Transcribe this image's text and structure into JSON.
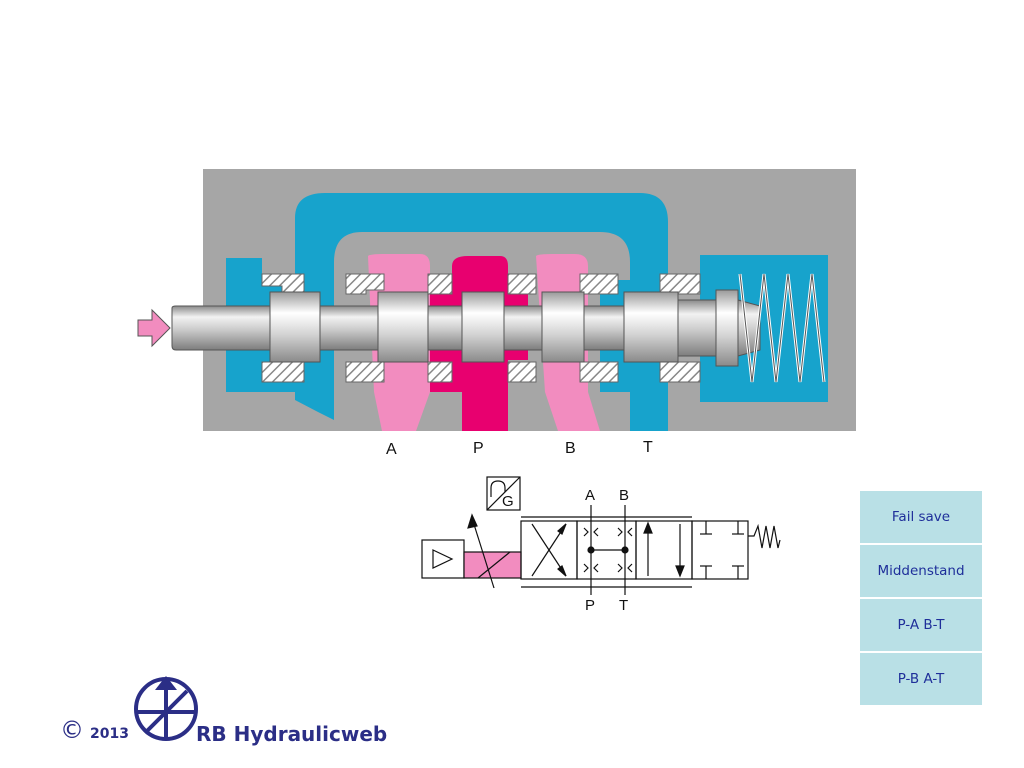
{
  "ports": {
    "a": "A",
    "p": "P",
    "b": "B",
    "t": "T"
  },
  "symbol": {
    "top_a": "A",
    "top_b": "B",
    "bottom_p": "P",
    "bottom_t": "T",
    "g_label": "G"
  },
  "modes": {
    "fail_save": "Fail save",
    "middenstand": "Middenstand",
    "pa_bt": "P-A  B-T",
    "pb_at": "P-B A-T"
  },
  "footer": {
    "copyright_symbol": "©",
    "year": "2013",
    "brand": "RB Hydraulicweb"
  },
  "colors": {
    "body": "#a6a6a6",
    "tank_channel": "#17a3cc",
    "pressure": "#e8006f",
    "work_port": "#f28cbf",
    "spool": "#c8c8c8",
    "brand": "#2b2e86",
    "button": "#b9e0e6"
  }
}
